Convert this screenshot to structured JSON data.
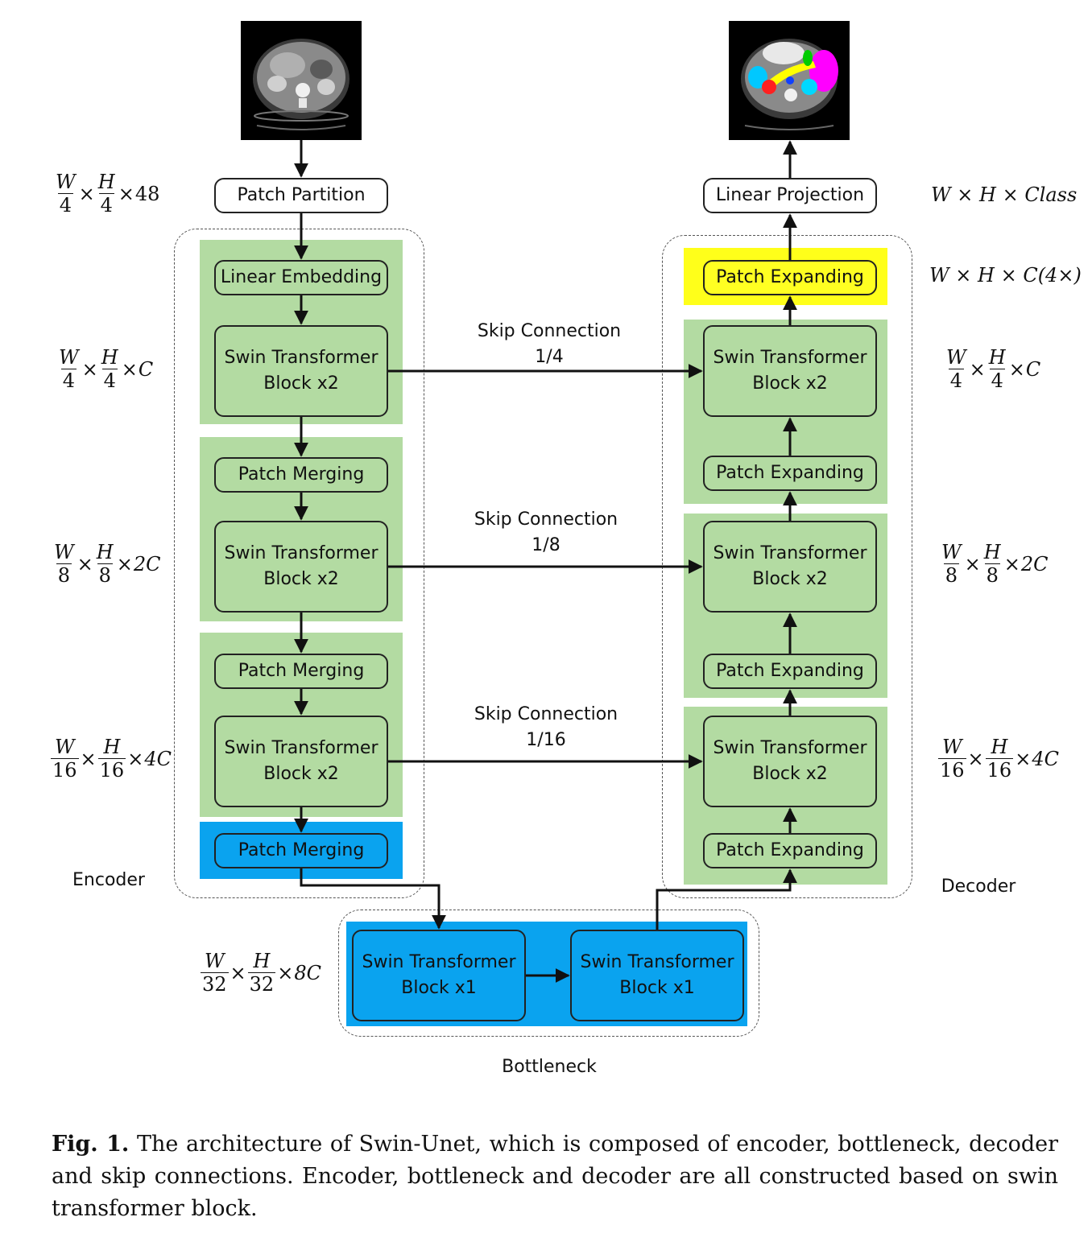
{
  "encoder": {
    "label": "Encoder",
    "patch_partition": "Patch Partition",
    "linear_embedding": "Linear Embedding",
    "swin_block_1_line1": "Swin Transformer",
    "swin_block_1_line2": "Block x2",
    "patch_merging_1": "Patch Merging",
    "swin_block_2_line1": "Swin Transformer",
    "swin_block_2_line2": "Block x2",
    "patch_merging_2": "Patch Merging",
    "swin_block_3_line1": "Swin Transformer",
    "swin_block_3_line2": "Block x2",
    "patch_merging_3": "Patch Merging"
  },
  "bottleneck": {
    "label": "Bottleneck",
    "block_a_line1": "Swin Transformer",
    "block_a_line2": "Block x1",
    "block_b_line1": "Swin Transformer",
    "block_b_line2": "Block x1"
  },
  "decoder": {
    "label": "Decoder",
    "linear_projection": "Linear Projection",
    "patch_expanding_top": "Patch Expanding",
    "swin_block_1_line1": "Swin Transformer",
    "swin_block_1_line2": "Block x2",
    "patch_expanding_1": "Patch Expanding",
    "swin_block_2_line1": "Swin Transformer",
    "swin_block_2_line2": "Block x2",
    "patch_expanding_2": "Patch Expanding",
    "swin_block_3_line1": "Swin Transformer",
    "swin_block_3_line2": "Block x2",
    "patch_expanding_3": "Patch Expanding"
  },
  "skip": [
    {
      "title": "Skip Connection",
      "ratio": "1/4"
    },
    {
      "title": "Skip Connection",
      "ratio": "1/8"
    },
    {
      "title": "Skip Connection",
      "ratio": "1/16"
    }
  ],
  "dims": {
    "left_1": {
      "w": "W",
      "wd": "4",
      "h": "H",
      "hd": "4",
      "c": "48"
    },
    "left_2": {
      "w": "W",
      "wd": "4",
      "h": "H",
      "hd": "4",
      "c": "C"
    },
    "left_3": {
      "w": "W",
      "wd": "8",
      "h": "H",
      "hd": "8",
      "c": "2C"
    },
    "left_4": {
      "w": "W",
      "wd": "16",
      "h": "H",
      "hd": "16",
      "c": "4C"
    },
    "bottleneck": {
      "w": "W",
      "wd": "32",
      "h": "H",
      "hd": "32",
      "c": "8C"
    },
    "right_top": "W × H × Class",
    "right_expand": "W × H × C(4×)",
    "right_2": {
      "w": "W",
      "wd": "4",
      "h": "H",
      "hd": "4",
      "c": "C"
    },
    "right_3": {
      "w": "W",
      "wd": "8",
      "h": "H",
      "hd": "8",
      "c": "2C"
    },
    "right_4": {
      "w": "W",
      "wd": "16",
      "h": "H",
      "hd": "16",
      "c": "4C"
    }
  },
  "caption": {
    "prefix": "Fig. 1.",
    "text": "The architecture of Swin-Unet, which is composed of encoder, bottleneck, decoder and skip connections. Encoder, bottleneck and decoder are all constructed based on swin transformer block."
  },
  "colors": {
    "green": "#b3dba2",
    "blue": "#0aa3ef",
    "yellow": "#ffff22"
  }
}
